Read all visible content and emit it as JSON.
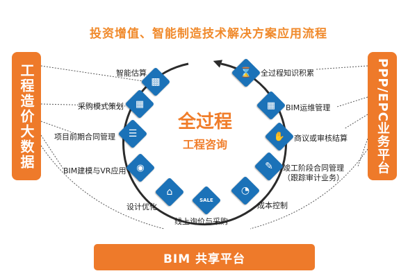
{
  "title": "投资增值、智能制造技术解决方案应用流程",
  "left_box": "工程造价大数据",
  "right_box": "PPP/EPC业务平台",
  "bottom_bar": "BIM 共享平台",
  "center": {
    "main": "全过程",
    "sub": "工程咨询"
  },
  "steps": {
    "s1": "智能估算",
    "s2": "采购模式策划",
    "s3": "项目前期合同管理",
    "s4": "BIM建模与VR应用",
    "s5": "设计优化",
    "s6": "线上询价与采购",
    "s7": "成本控制",
    "s8_line1": "竣工阶段合同管理",
    "s8_line2": "（跟踪审计业务）",
    "s9": "商议或审核结算",
    "s10": "BIM运维管理",
    "s11": "全过程知识积累"
  },
  "node_badge": "SALE",
  "colors": {
    "orange": "#ee7a2a",
    "blue": "#1b72b8",
    "ring": "#2b2b2b"
  }
}
